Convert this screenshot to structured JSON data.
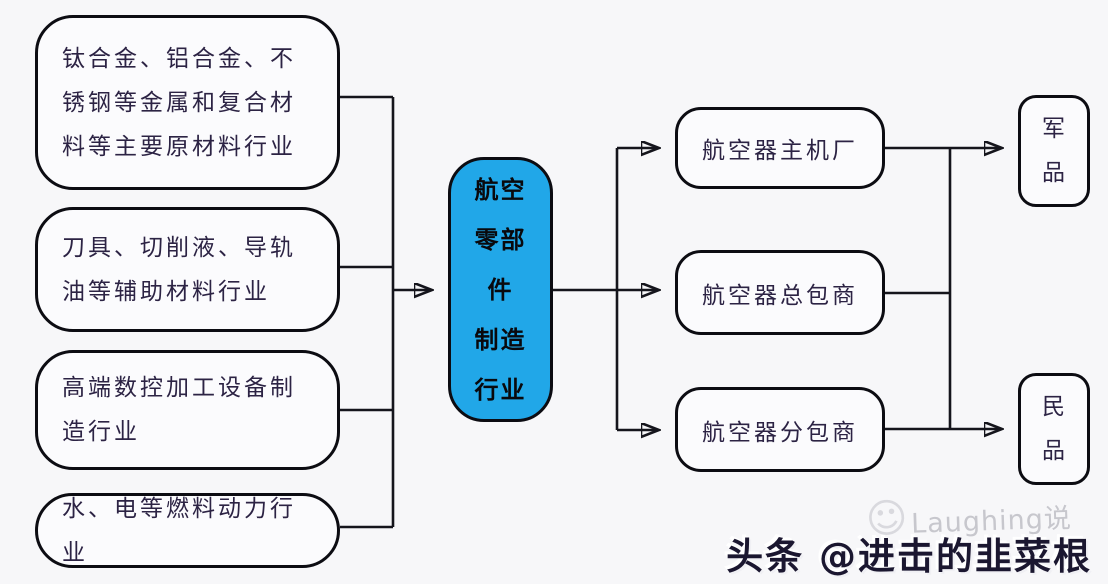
{
  "diagram": {
    "left_boxes": [
      {
        "label": "钛合金、铝合金、不锈钢等金属和复合材料等主要原材料行业"
      },
      {
        "label": "刀具、切削液、导轨油等辅助材料行业"
      },
      {
        "label": "高端数控加工设备制造行业"
      },
      {
        "label": "水、电等燃料动力行业"
      }
    ],
    "center_box": {
      "label": "航空\n零部\n件\n制造\n行业",
      "fill": "#21a7e8"
    },
    "right_boxes": [
      {
        "label": "航空器主机厂"
      },
      {
        "label": "航空器总包商"
      },
      {
        "label": "航空器分包商"
      }
    ],
    "end_boxes": [
      {
        "label": "军\n品"
      },
      {
        "label": "民\n品"
      }
    ],
    "colors": {
      "background": "#f7f7f9",
      "box_fill": "#fbfbfd",
      "box_border": "#0c0c12",
      "text": "#2c2344",
      "accent_blue": "#21a7e8",
      "connector": "#15151c"
    }
  },
  "watermark": {
    "logo_text": "Laughing说",
    "laughing_icon": "laughing-figure-icon",
    "credit_text": "头条 @进击的韭菜根"
  }
}
